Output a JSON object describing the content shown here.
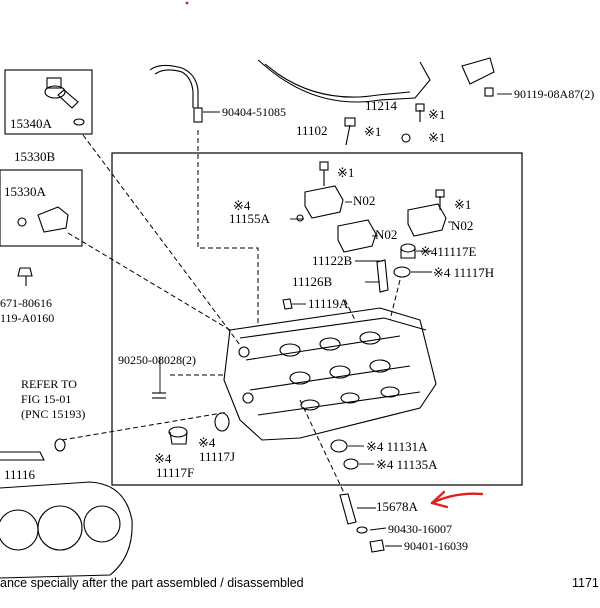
{
  "labels": {
    "p15340a": "15340A",
    "p15330b": "15330B",
    "p15330a": "15330A",
    "p90404": "90404-51085",
    "p11214": "11214",
    "p90119_08a87": "90119-08A87(2)",
    "p11102": "11102",
    "star1_a": "※1",
    "star1_b": "※1",
    "star1_c": "※1",
    "star1_d": "※1",
    "star1_e": "※1",
    "star4_11155a": "※4",
    "p11155a": "11155A",
    "n02_a": "N02",
    "n02_b": "N02",
    "n02_c": "N02",
    "p11117e": "※411117E",
    "p11122b": "11122B",
    "p11117h": "※4 11117H",
    "p11126b": "11126B",
    "p11119a": "11119A",
    "p671": "671-80616",
    "p119": "119-A0160",
    "p90250": "90250-08028(2)",
    "refer_1": "REFER TO",
    "refer_2": "FIG 15-01",
    "refer_3": "(PNC 15193)",
    "star4_f": "※4",
    "p11117f": "11117F",
    "star4_j": "※4",
    "p11117j": "11117J",
    "p11131a": "※4 11131A",
    "p11135a": "※4 11135A",
    "p11116": "11116",
    "p15678a": "15678A",
    "p90430": "90430-16007",
    "p90401": "90401-16039",
    "footer_text": "ance specially after the part assembled / disassembled",
    "page_no": "1171"
  },
  "colors": {
    "line": "#000000",
    "highlight_arrow": "#e0201e"
  }
}
